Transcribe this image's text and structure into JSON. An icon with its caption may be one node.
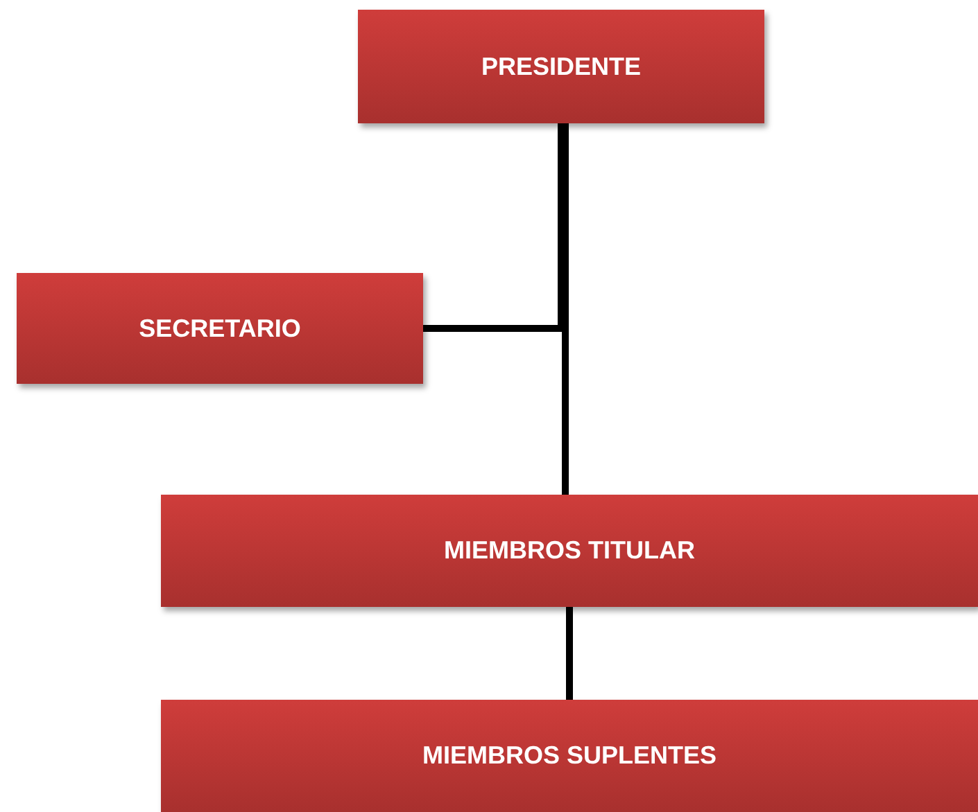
{
  "diagram": {
    "nodes": [
      {
        "text": [
          "PRESIDENTE"
        ]
      },
      {
        "text": [
          "SECRETARIO"
        ]
      },
      {
        "text": [
          "MIEMBROS TITULAR"
        ]
      },
      {
        "text": [
          "MIEMBROS SUPLENTES"
        ]
      }
    ],
    "edges": [
      {
        "from": 0,
        "to": 2,
        "arrow": "none"
      },
      {
        "from": 1,
        "to": 0,
        "arrow": "none"
      },
      {
        "from": 2,
        "to": 3,
        "arrow": "none"
      }
    ]
  }
}
